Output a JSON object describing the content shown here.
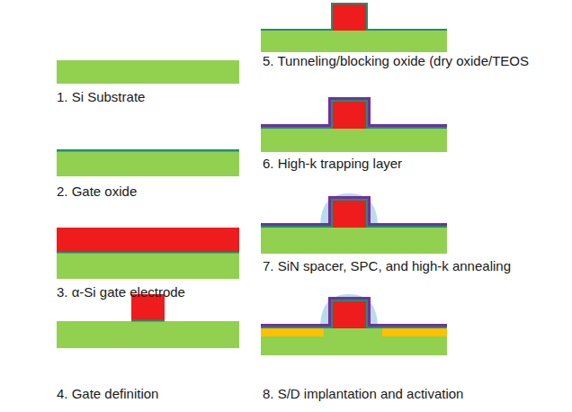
{
  "diagram": {
    "labels": [
      "1. Si Substrate",
      "2. Gate oxide",
      "3. α-Si gate electrode",
      "4. Gate definition",
      "5. Tunneling/blocking oxide (dry oxide/TEOS",
      "6. High-k trapping layer",
      "7. SiN spacer, SPC, and high-k annealing",
      "8. S/D implantation and activation"
    ]
  }
}
